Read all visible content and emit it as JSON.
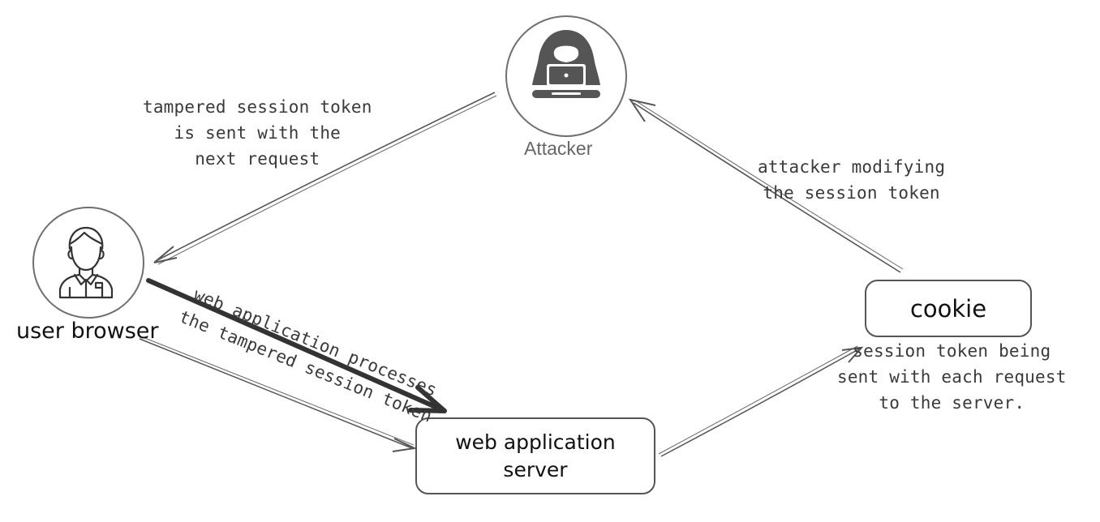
{
  "nodes": {
    "attacker": {
      "label": "Attacker",
      "icon": "hacker-icon"
    },
    "user_browser": {
      "label": "user browser",
      "icon": "user-icon"
    },
    "web_server": {
      "line1": "web application",
      "line2": "server"
    },
    "cookie": {
      "label": "cookie"
    }
  },
  "annotations": {
    "tampered_sent": [
      "tampered session token",
      "is sent with the",
      "next request"
    ],
    "attacker_modifying": [
      "attacker modifying",
      "the session token"
    ],
    "processes": [
      "web application processes",
      "the tampered session token"
    ],
    "token_each_request": [
      "session token being",
      "sent with each request",
      "to the server."
    ]
  },
  "colors": {
    "stroke": "#555555",
    "text": "#1e1e1e",
    "annotation_text": "#3a3a3a",
    "attacker_label": "#666666"
  }
}
